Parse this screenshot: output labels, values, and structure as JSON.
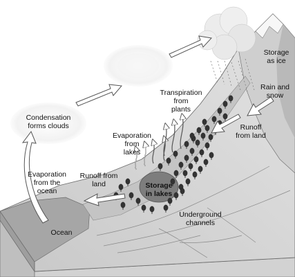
{
  "labels": {
    "condensation": "Condensation\nforms clouds",
    "evap_ocean": "Evaporation\nfrom the\nocean",
    "runoff_land_left": "Runoff from\nland",
    "evap_lakes": "Evaporation\nfrom\nlakes",
    "transpiration": "Transpiration\nfrom\nplants",
    "storage_ice": "Storage\nas ice",
    "rain_snow": "Rain and\nsnow",
    "runoff_land_right": "Runoff\nfrom land",
    "storage_lakes": "Storage\nin lakes",
    "underground": "Underground\nchannels",
    "ocean": "Ocean"
  },
  "colors": {
    "background": "#ffffff",
    "terrain_light": "#d9d9d9",
    "terrain_mid": "#bdbdbd",
    "terrain_dark": "#8c8c8c",
    "block_side": "#cfcfcf",
    "ocean": "#a8a8a8",
    "lake": "#7a7a7a",
    "tree": "#2f2f2f",
    "arrow_fill": "#ffffff",
    "arrow_stroke": "#555555",
    "cloud": "#f4f4f4"
  }
}
